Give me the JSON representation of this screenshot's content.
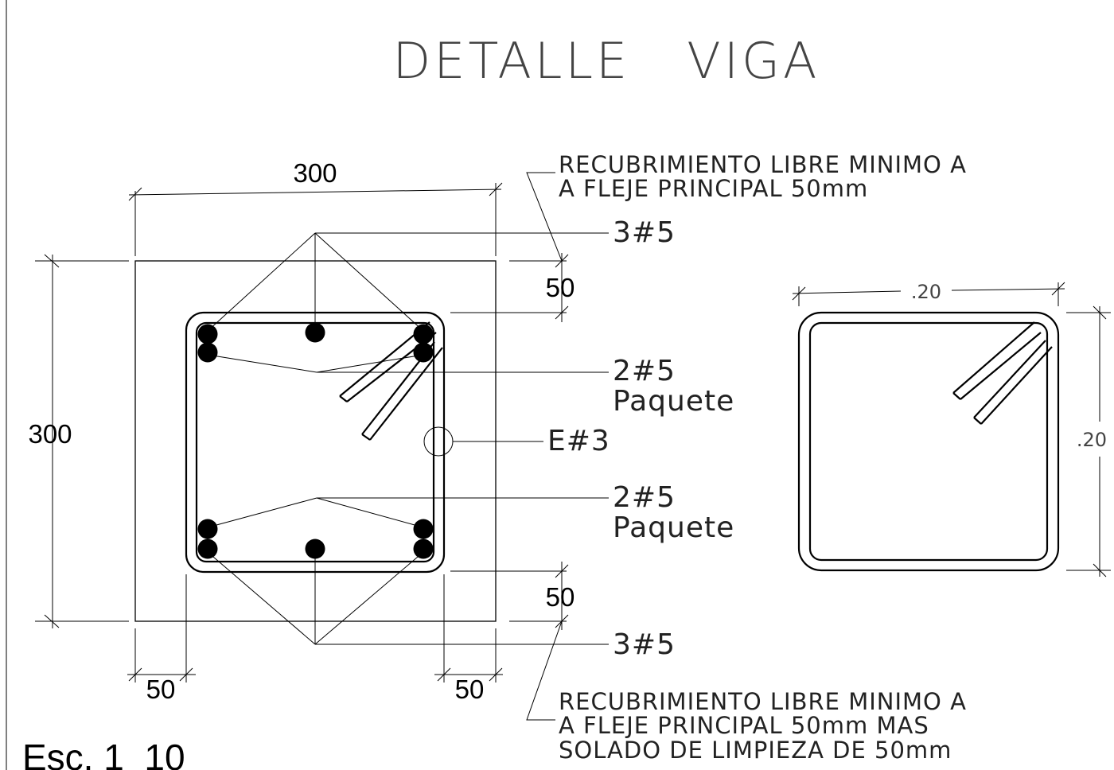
{
  "title": "DETALLE   VIGA",
  "section": {
    "dim_top": "300",
    "dim_left": "300",
    "dim_bottom_left": "50",
    "dim_bottom_right": "50",
    "dim_side_top": "50",
    "dim_side_bottom": "50"
  },
  "notes": {
    "top_line1": "RECUBRIMIENTO LIBRE MINIMO A",
    "top_line2": "A FLEJE PRINCIPAL 50mm",
    "bottom_line1": "RECUBRIMIENTO LIBRE MINIMO A",
    "bottom_line2": "A FLEJE PRINCIPAL 50mm MAS",
    "bottom_line3": "SOLADO DE LIMPIEZA DE 50mm"
  },
  "labels": {
    "top_bars": "3#5",
    "upper_bundle_bars": "2#5",
    "upper_bundle_word": "Paquete",
    "stirrup": "E#3",
    "lower_bundle_bars": "2#5",
    "lower_bundle_word": "Paquete",
    "bottom_bars": "3#5"
  },
  "stirrup_detail": {
    "dim_width": ".20",
    "dim_height": ".20"
  },
  "scale": "Esc. 1  10"
}
